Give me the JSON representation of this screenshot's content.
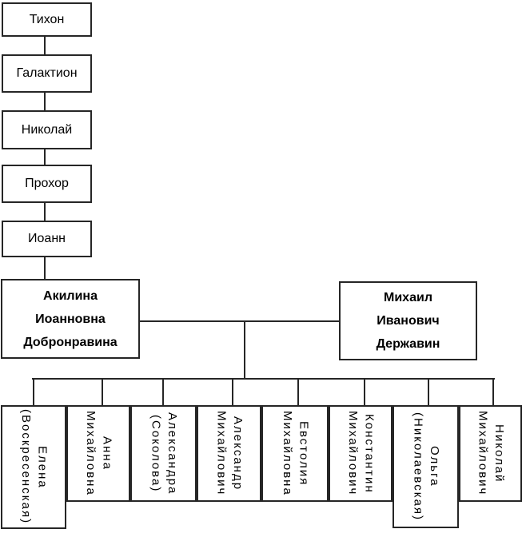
{
  "colors": {
    "border": "#262626",
    "background": "#ffffff",
    "text": "#000000"
  },
  "ancestors": [
    {
      "label": "Тихон"
    },
    {
      "label": "Галактион"
    },
    {
      "label": "Николай"
    },
    {
      "label": "Прохор"
    },
    {
      "label": "Иоанн"
    }
  ],
  "parents": {
    "mother": {
      "lines": [
        "Акилина",
        "Иоанновна",
        "Добронравина"
      ]
    },
    "father": {
      "lines": [
        "Михаил",
        "Иванович",
        "Державин"
      ]
    }
  },
  "children": [
    {
      "first": "Елена",
      "last": "(Воскресенская)"
    },
    {
      "first": "Анна",
      "last": "Михайловна"
    },
    {
      "first": "Александра",
      "last": "(Соколова)"
    },
    {
      "first": "Александр",
      "last": "Михайлович"
    },
    {
      "first": "Евстолия",
      "last": "Михайловна"
    },
    {
      "first": "Константин",
      "last": "Михайлович"
    },
    {
      "first": "Ольга",
      "last": "(Николаевская)"
    },
    {
      "first": "Николай",
      "last": "Михайлович"
    }
  ]
}
